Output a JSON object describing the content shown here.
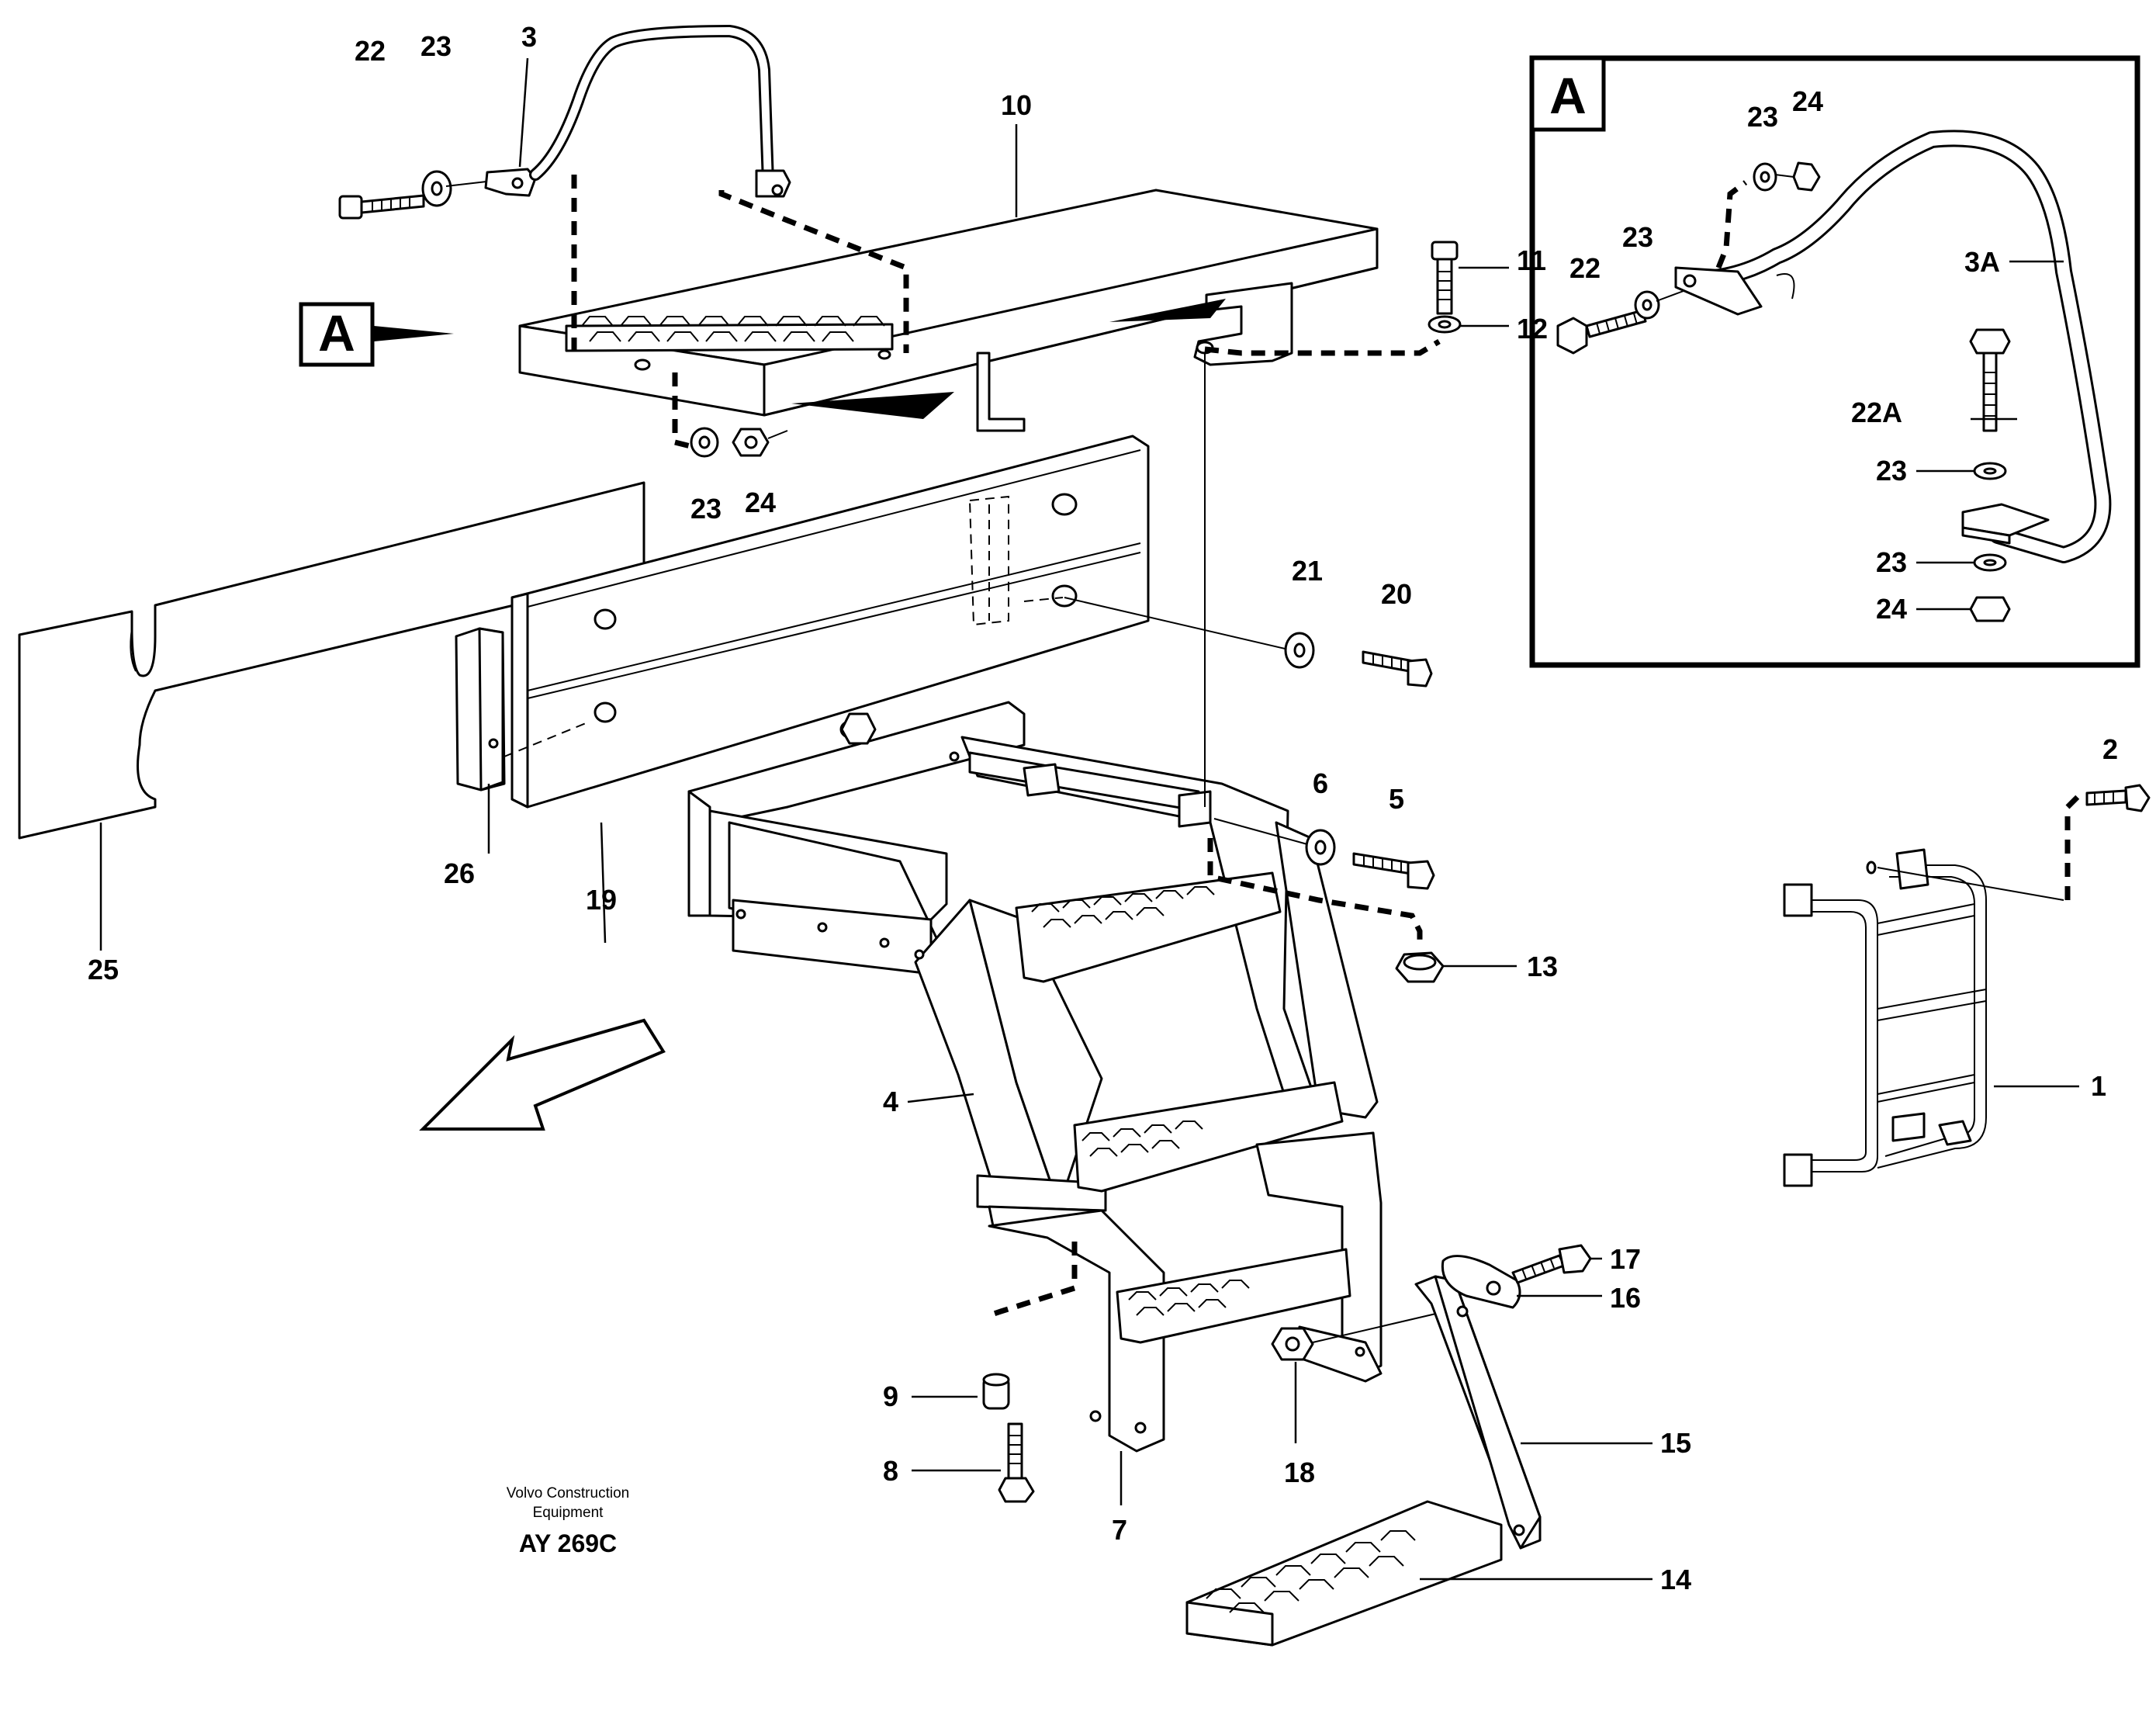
{
  "view_marker": "A",
  "callouts": {
    "c1": "1",
    "c2": "2",
    "c3": "3",
    "c3a": "3A",
    "c4": "4",
    "c5": "5",
    "c6": "6",
    "c7": "7",
    "c8": "8",
    "c9": "9",
    "c10": "10",
    "c11": "11",
    "c12": "12",
    "c13": "13",
    "c14": "14",
    "c15": "15",
    "c16": "16",
    "c17": "17",
    "c18": "18",
    "c19": "19",
    "c20": "20",
    "c21": "21",
    "c22": "22",
    "c22a": "22A",
    "c23": "23",
    "c24": "24",
    "c25": "25",
    "c26": "26"
  },
  "credit": {
    "line1": "Volvo Construction",
    "line2": "Equipment",
    "code": "AY 269C"
  },
  "colors": {
    "ink": "#000000",
    "paper": "#ffffff"
  }
}
